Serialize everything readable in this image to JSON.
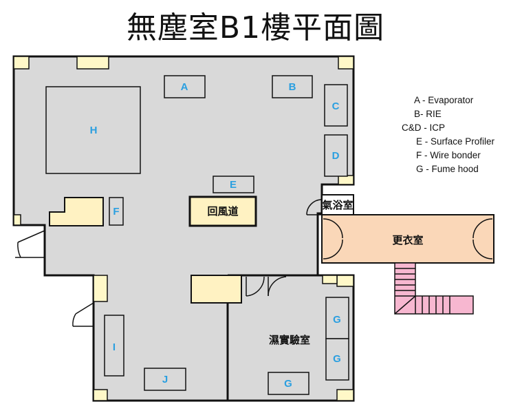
{
  "title": "無塵室B1樓平面圖",
  "equipment_labels": {
    "a": "A",
    "b": "B",
    "c": "C",
    "d": "D",
    "e": "E",
    "f": "F",
    "g1": "G",
    "g2": "G",
    "g3": "G",
    "h": "H",
    "i": "I",
    "j": "J"
  },
  "rooms": {
    "air_shower_corridor": "回風道",
    "air_shower": "氣浴室",
    "changing_room": "更衣室",
    "wet_lab": "濕實驗室"
  },
  "legend": [
    "A - Evaporator",
    "B- RIE",
    "C&D - ICP",
    "E - Surface Profiler",
    "F - Wire bonder",
    "G - Fume hood"
  ],
  "colors": {
    "floor": "#d9d9d9",
    "wall": "#111111",
    "pillar": "#fff8c8",
    "corridor_fill": "#fff2c2",
    "changing_room": "#fad7b8",
    "stairs": "#f7b7d0",
    "equipment_label": "#2a9fe0"
  }
}
